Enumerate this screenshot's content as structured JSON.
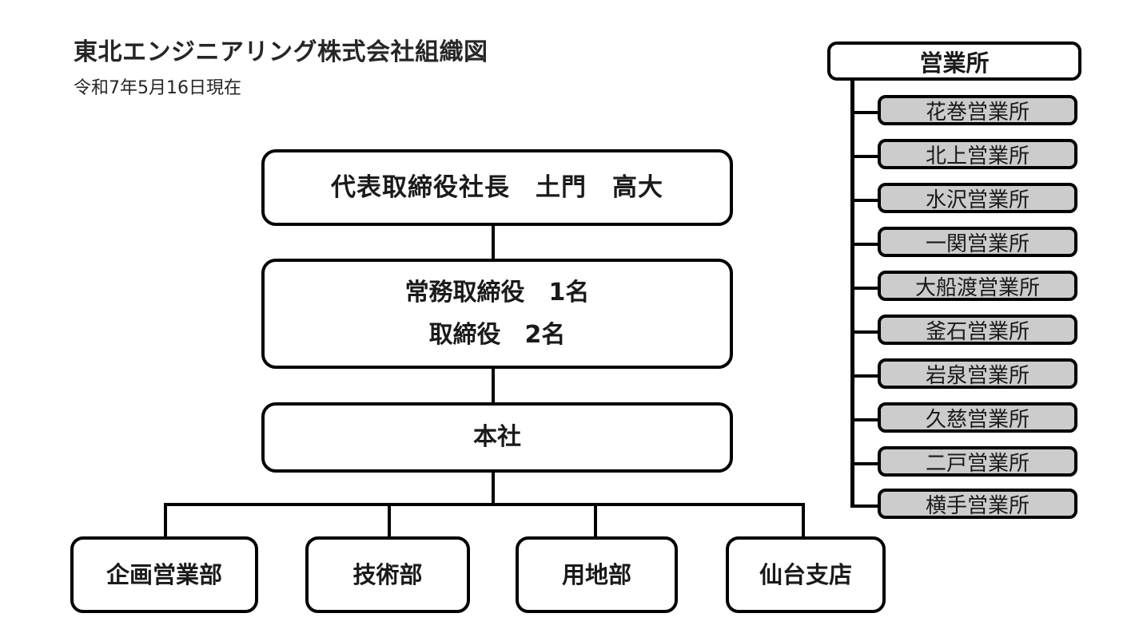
{
  "document": {
    "title": "東北エンジニアリング株式会社組織図",
    "subtitle": "令和7年5月16日現在"
  },
  "org": {
    "president": {
      "label": "代表取締役社長　土門　高大",
      "role": "代表取締役社長",
      "name": "土門　高大"
    },
    "board": {
      "line1": "常務取締役　1名",
      "line2": "取締役　2名",
      "managing_director_count": "1名",
      "director_count": "2名"
    },
    "headquarters": {
      "label": "本社"
    },
    "departments": [
      {
        "label": "企画営業部"
      },
      {
        "label": "技術部"
      },
      {
        "label": "用地部"
      },
      {
        "label": "仙台支店"
      }
    ]
  },
  "branches": {
    "header": "営業所",
    "items": [
      {
        "label": "花巻営業所"
      },
      {
        "label": "北上営業所"
      },
      {
        "label": "水沢営業所"
      },
      {
        "label": "一関営業所"
      },
      {
        "label": "大船渡営業所"
      },
      {
        "label": "釜石営業所"
      },
      {
        "label": "岩泉営業所"
      },
      {
        "label": "久慈営業所"
      },
      {
        "label": "二戸営業所"
      },
      {
        "label": "横手営業所"
      }
    ]
  },
  "colors": {
    "stroke": "#000000",
    "node_fill": "#ffffff",
    "branch_fill": "#cccccc",
    "text": "#262626"
  }
}
